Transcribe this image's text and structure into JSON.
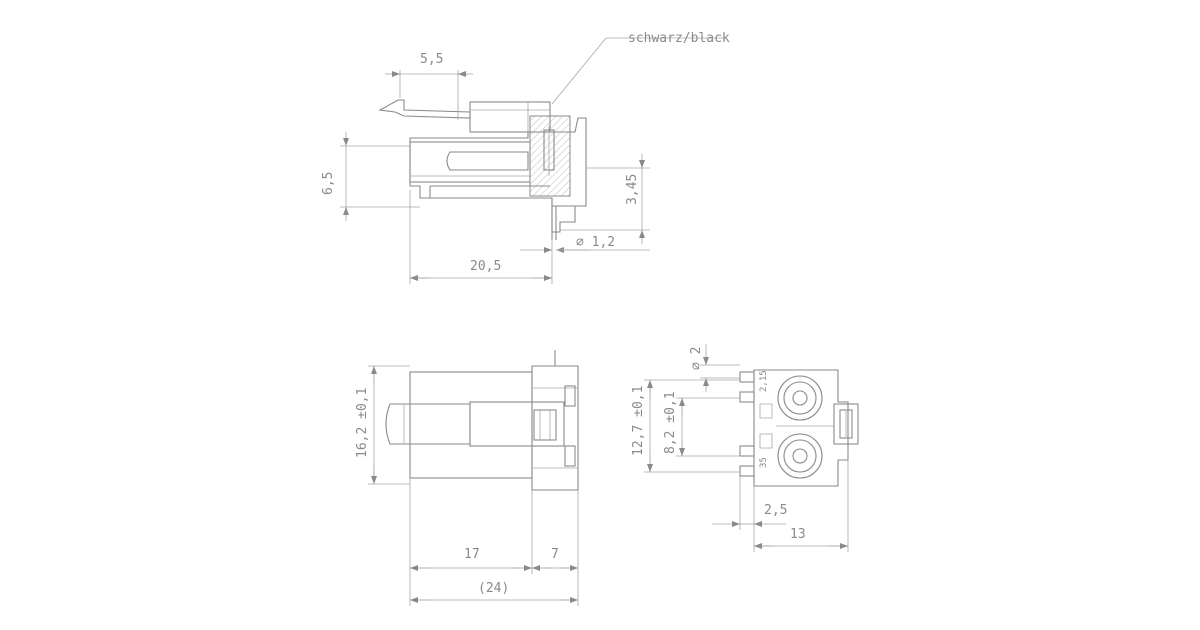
{
  "callout": {
    "material": "schwarz/black"
  },
  "side_view": {
    "dims": {
      "top_width": "5,5",
      "height": "6,5",
      "pin_offset": "3,45",
      "pin_dia": "∅ 1,2",
      "length": "20,5"
    }
  },
  "bottom_view": {
    "dims": {
      "height": "16,2 ±0,1",
      "body": "17",
      "flange": "7",
      "overall": "(24)"
    }
  },
  "end_view": {
    "dims": {
      "hole_dia": "∅ 2",
      "small_a": "2,15",
      "small_b": "35",
      "outer": "12,7 ±0,1",
      "pitch": "8,2 ±0,1",
      "offset": "2,5",
      "width": "13"
    }
  }
}
